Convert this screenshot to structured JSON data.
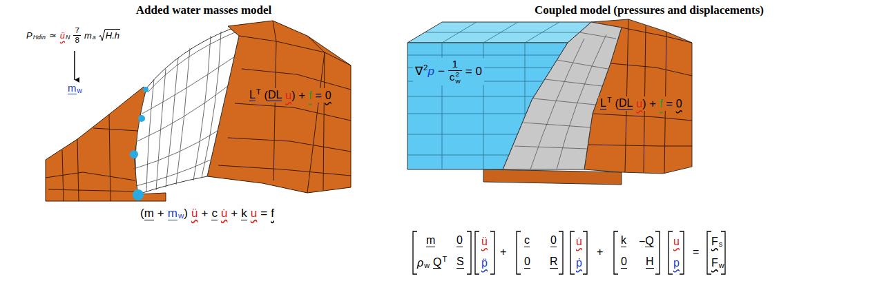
{
  "diagram": {
    "labels": [
      "Added water masses model",
      "Coupled model (pressures and displacements)",
      "P",
      "Hdin",
      "≃",
      "ü",
      "N",
      "7",
      "8",
      "m",
      "a",
      "H.h",
      "m",
      "w",
      "L",
      "T",
      "(",
      "D",
      "L",
      "u",
      ")",
      "+",
      "f",
      "=",
      "0",
      "(",
      "m",
      "+",
      "m",
      "w",
      ")",
      "ü",
      "+",
      "c",
      "u̇",
      "+",
      "k",
      "u",
      "=",
      "f",
      "∇",
      "2",
      "p",
      "−",
      "1",
      "c",
      "2",
      "w",
      "=",
      "0",
      "L",
      "T",
      "(",
      "D",
      "L",
      "u",
      ")",
      "+",
      "f",
      "=",
      "0",
      "m",
      "0",
      "ρ",
      "w",
      "Q",
      "T",
      "S",
      "ü",
      "p̈",
      "+",
      "c",
      "0",
      "0",
      "R",
      "u̇",
      "ṗ",
      "+",
      "k",
      "−",
      "Q",
      "0",
      "H",
      "u",
      "p",
      "=",
      "F",
      "s",
      "F",
      "w"
    ]
  }
}
